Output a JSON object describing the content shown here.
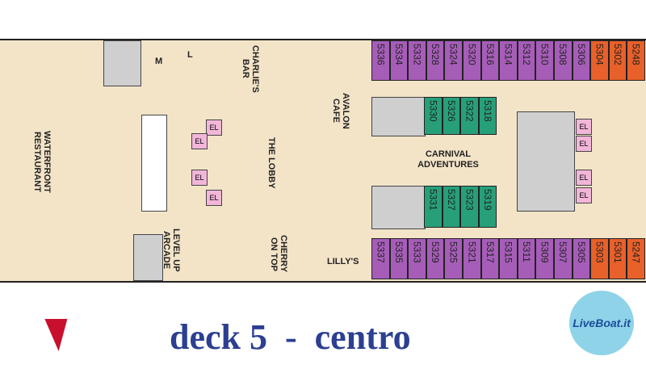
{
  "title": "deck 5  -  centro",
  "logo": "LiveBoat.it",
  "areas": {
    "waterfront": "WATERFRONT RESTAURANT",
    "charlies": "CHARLIE'S BAR",
    "lobby": "THE LOBBY",
    "avalon": "AVALON CAFE",
    "carnival": "CARNIVAL ADVENTURES",
    "levelup": "LEVEL UP ARCADE",
    "cherry": "CHERRY ON TOP",
    "lillys": "LILLY'S",
    "elevator": "EL",
    "m": "M",
    "l": "L"
  },
  "cabins_top": [
    {
      "n": "5336",
      "c": "purple"
    },
    {
      "n": "5334",
      "c": "purple"
    },
    {
      "n": "5332",
      "c": "purple"
    },
    {
      "n": "5328",
      "c": "purple"
    },
    {
      "n": "5324",
      "c": "purple"
    },
    {
      "n": "5320",
      "c": "purple"
    },
    {
      "n": "5316",
      "c": "purple"
    },
    {
      "n": "5314",
      "c": "purple"
    },
    {
      "n": "5312",
      "c": "purple"
    },
    {
      "n": "5310",
      "c": "purple"
    },
    {
      "n": "5308",
      "c": "purple"
    },
    {
      "n": "5306",
      "c": "purple"
    },
    {
      "n": "5304",
      "c": "orange"
    },
    {
      "n": "5302",
      "c": "orange"
    },
    {
      "n": "5248",
      "c": "orange"
    }
  ],
  "cabins_bottom": [
    {
      "n": "5337",
      "c": "purple"
    },
    {
      "n": "5335",
      "c": "purple"
    },
    {
      "n": "5333",
      "c": "purple"
    },
    {
      "n": "5329",
      "c": "purple"
    },
    {
      "n": "5325",
      "c": "purple"
    },
    {
      "n": "5321",
      "c": "purple"
    },
    {
      "n": "5317",
      "c": "purple"
    },
    {
      "n": "5315",
      "c": "purple"
    },
    {
      "n": "5311",
      "c": "purple"
    },
    {
      "n": "5309",
      "c": "purple"
    },
    {
      "n": "5307",
      "c": "purple"
    },
    {
      "n": "5305",
      "c": "purple"
    },
    {
      "n": "5303",
      "c": "orange"
    },
    {
      "n": "5301",
      "c": "orange"
    },
    {
      "n": "5247",
      "c": "orange"
    }
  ],
  "inner_top": [
    "5330",
    "5326",
    "5322",
    "5318"
  ],
  "inner_bottom": [
    "5331",
    "5327",
    "5323",
    "5319"
  ]
}
